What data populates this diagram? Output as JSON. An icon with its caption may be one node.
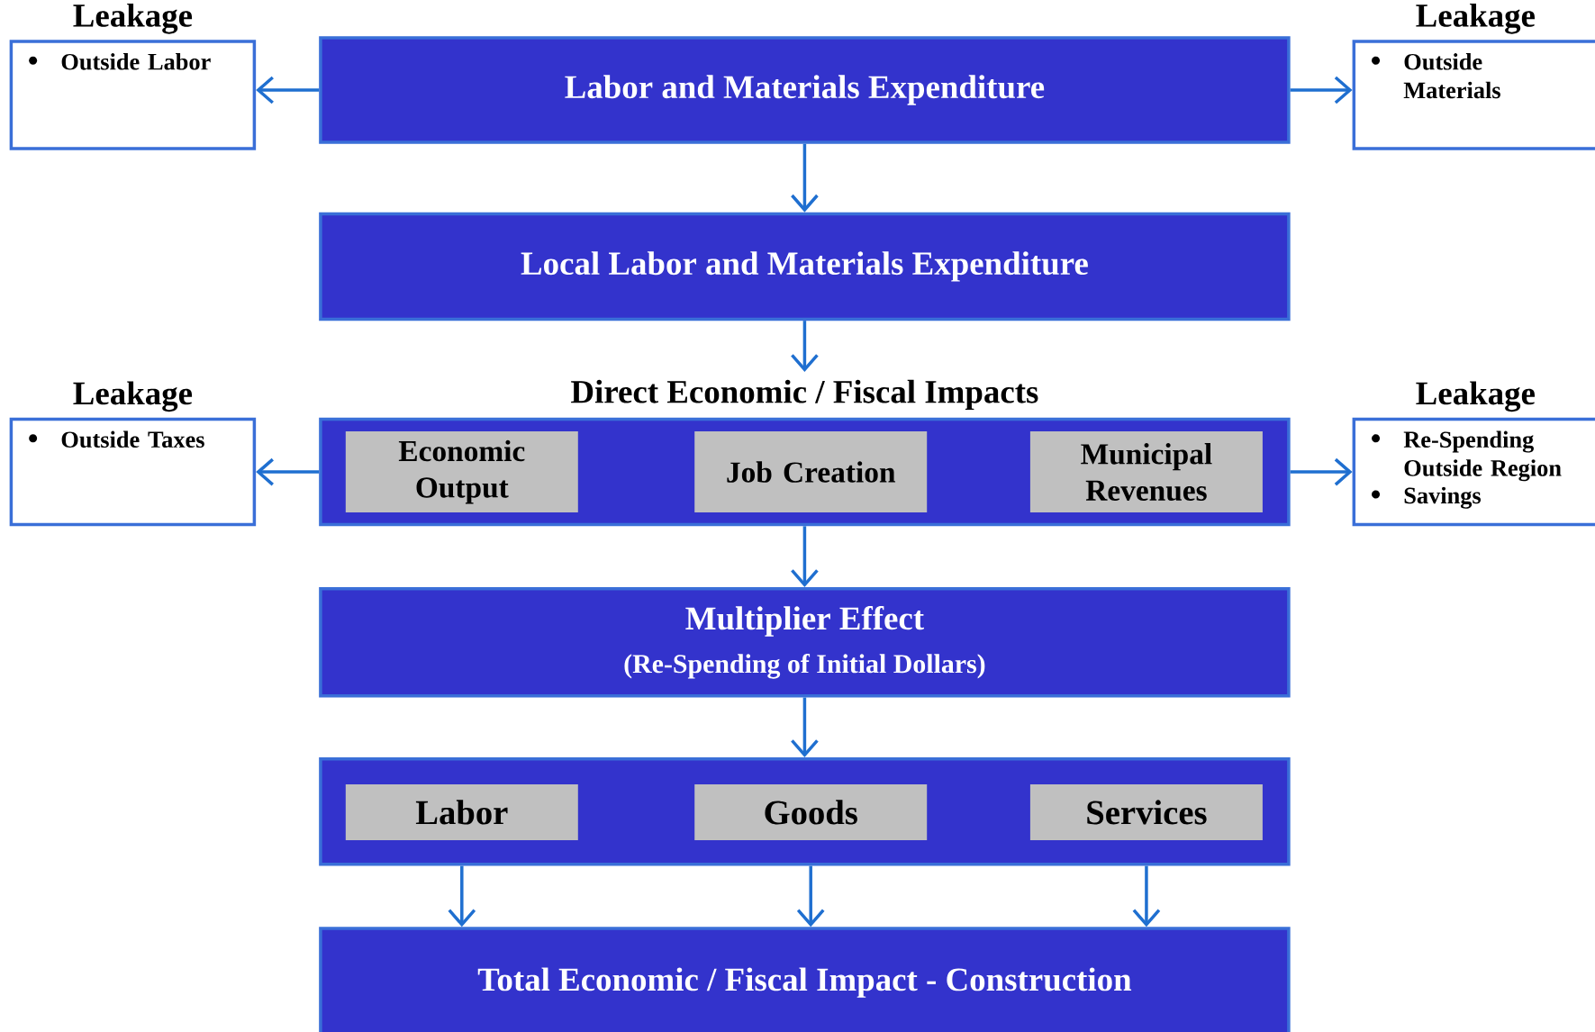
{
  "diagram": {
    "nodes": [
      {
        "text": [
          "Labor and Materials Expenditure"
        ]
      },
      {
        "text": [
          "Leakage",
          "Outside Labor"
        ]
      },
      {
        "text": [
          "Leakage",
          "Outside Materials"
        ]
      },
      {
        "text": [
          "Local Labor and Materials Expenditure"
        ]
      },
      {
        "text": [
          "Direct Economic / Fiscal Impacts"
        ]
      },
      {
        "text": [
          "Economic Output"
        ],
        "in": 4
      },
      {
        "text": [
          "Job Creation"
        ],
        "in": 4
      },
      {
        "text": [
          "Municipal Revenues"
        ],
        "in": 4
      },
      {
        "text": [
          "Leakage",
          "Outside Taxes"
        ]
      },
      {
        "text": [
          "Leakage",
          "Re-Spending Outside Region",
          "Savings"
        ]
      },
      {
        "text": [
          "Multiplier Effect",
          "(Re-Spending of Initial Dollars)"
        ]
      },
      {
        "text": [],
        "shape": "box"
      },
      {
        "text": [
          "Labor"
        ],
        "in": 11
      },
      {
        "text": [
          "Goods"
        ],
        "in": 11
      },
      {
        "text": [
          "Services"
        ],
        "in": 11
      },
      {
        "text": [
          "Total Economic / Fiscal Impact - Construction"
        ]
      }
    ],
    "edges": [
      {
        "from": 0,
        "to": 1,
        "arrow": "to"
      },
      {
        "from": 0,
        "to": 2,
        "arrow": "to"
      },
      {
        "from": 0,
        "to": 3,
        "arrow": "to"
      },
      {
        "from": 3,
        "to": 4,
        "arrow": "to"
      },
      {
        "from": 4,
        "to": 8,
        "arrow": "to"
      },
      {
        "from": 4,
        "to": 9,
        "arrow": "to"
      },
      {
        "from": 4,
        "to": 10,
        "arrow": "to"
      },
      {
        "from": 10,
        "to": 11,
        "arrow": "to"
      },
      {
        "from": 11,
        "to": 15,
        "arrow": "to"
      },
      {
        "from": 11,
        "to": 15,
        "arrow": "to"
      },
      {
        "from": 11,
        "to": 15,
        "arrow": "to"
      }
    ]
  }
}
